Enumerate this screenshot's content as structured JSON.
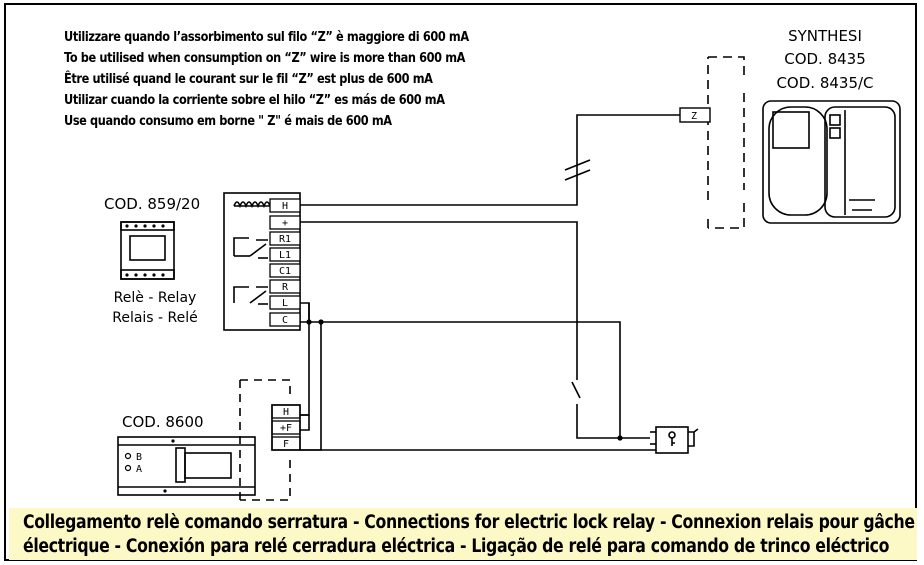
{
  "notes": [
    "Utilizzare quando l’assorbimento sul filo “Z” è maggiore di 600 mA",
    "To be utilised when consumption on “Z” wire is more than 600 mA",
    "Être utilisé quand le courant sur le fil “Z” est plus de 600 mA",
    "Utilizar cuando la corriente sobre el hilo “Z” es más de 600 mA",
    "Use quando consumo em borne \" Z\" é mais de 600 mA"
  ],
  "synthesi": {
    "name": "SYNTHESI",
    "code1": "COD. 8435",
    "code2": "COD. 8435/C",
    "terminal": "Z"
  },
  "relay": {
    "code": "COD. 859/20",
    "label1": "Relè - Relay",
    "label2": "Relais - Relé",
    "terminals": [
      "H",
      "+",
      "R1",
      "L1",
      "C1",
      "R",
      "L",
      "C"
    ]
  },
  "power_supply": {
    "code": "COD. 8600",
    "terminals": [
      "H",
      "+F",
      "F"
    ],
    "markings": [
      "B",
      "A"
    ]
  },
  "caption": {
    "line1": "Collegamento relè comando serratura - Connections for electric lock relay - Connexion relais pour gâche",
    "line2": "électrique - Conexión para relé cerradura eléctrica - Ligação de relé para comando de trinco eléctrico"
  }
}
